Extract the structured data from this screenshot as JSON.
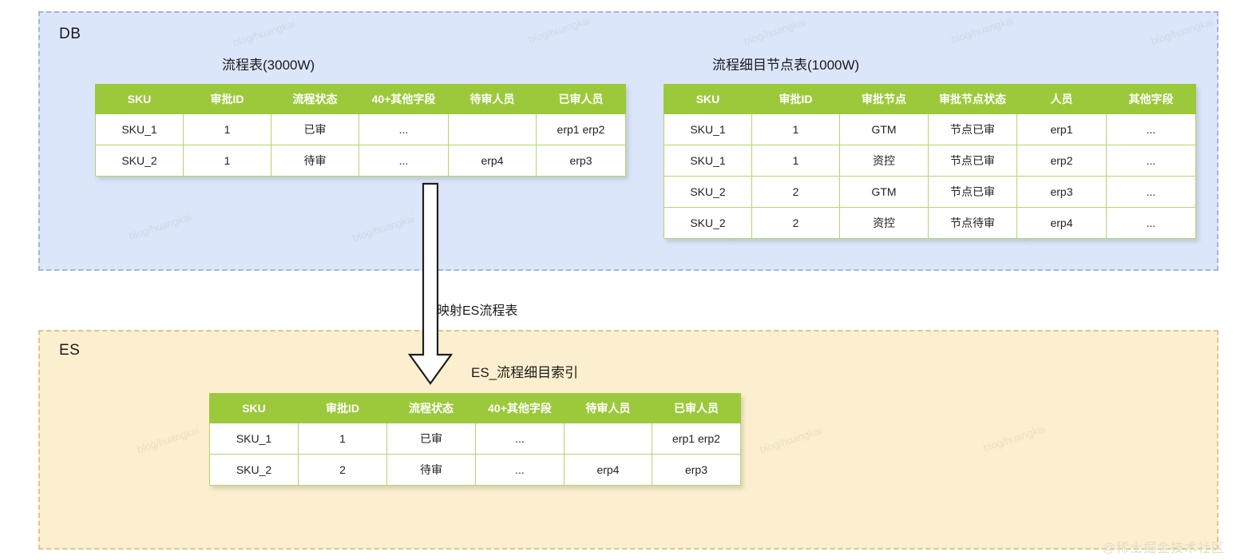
{
  "panels": {
    "db": {
      "label": "DB"
    },
    "es": {
      "label": "ES"
    }
  },
  "tables": {
    "process": {
      "title": "流程表(3000W)",
      "columns": [
        "SKU",
        "审批ID",
        "流程状态",
        "40+其他字段",
        "待审人员",
        "已审人员"
      ],
      "rows": [
        [
          "SKU_1",
          "1",
          "已审",
          "...",
          "",
          "erp1 erp2"
        ],
        [
          "SKU_2",
          "1",
          "待审",
          "...",
          "erp4",
          "erp3"
        ]
      ]
    },
    "node": {
      "title": "流程细目节点表(1000W)",
      "columns": [
        "SKU",
        "审批ID",
        "审批节点",
        "审批节点状态",
        "人员",
        "其他字段"
      ],
      "rows": [
        [
          "SKU_1",
          "1",
          "GTM",
          "节点已审",
          "erp1",
          "..."
        ],
        [
          "SKU_1",
          "1",
          "资控",
          "节点已审",
          "erp2",
          "..."
        ],
        [
          "SKU_2",
          "2",
          "GTM",
          "节点已审",
          "erp3",
          "..."
        ],
        [
          "SKU_2",
          "2",
          "资控",
          "节点待审",
          "erp4",
          "..."
        ]
      ]
    },
    "es_index": {
      "title": "ES_流程细目索引",
      "columns": [
        "SKU",
        "审批ID",
        "流程状态",
        "40+其他字段",
        "待审人员",
        "已审人员"
      ],
      "rows": [
        [
          "SKU_1",
          "1",
          "已审",
          "...",
          "",
          "erp1 erp2"
        ],
        [
          "SKU_2",
          "2",
          "待审",
          "...",
          "erp4",
          "erp3"
        ]
      ]
    }
  },
  "arrow": {
    "label": "映射ES流程表",
    "icon": "down-arrow-icon"
  },
  "watermarks": {
    "footer": "@稀土掘金技术社区",
    "tile": "blog/huangkai"
  },
  "colors": {
    "db_panel_bg": "#dce6fb",
    "db_panel_border": "#a8b6cf",
    "es_panel_bg": "#fcefcf",
    "es_panel_border": "#d9c88e",
    "table_header_bg": "#9cc93c",
    "table_header_text": "#ffffff",
    "table_cell_border": "#b6d66a",
    "arrow_stroke": "#1f1f1f",
    "arrow_fill": "#ffffff"
  }
}
